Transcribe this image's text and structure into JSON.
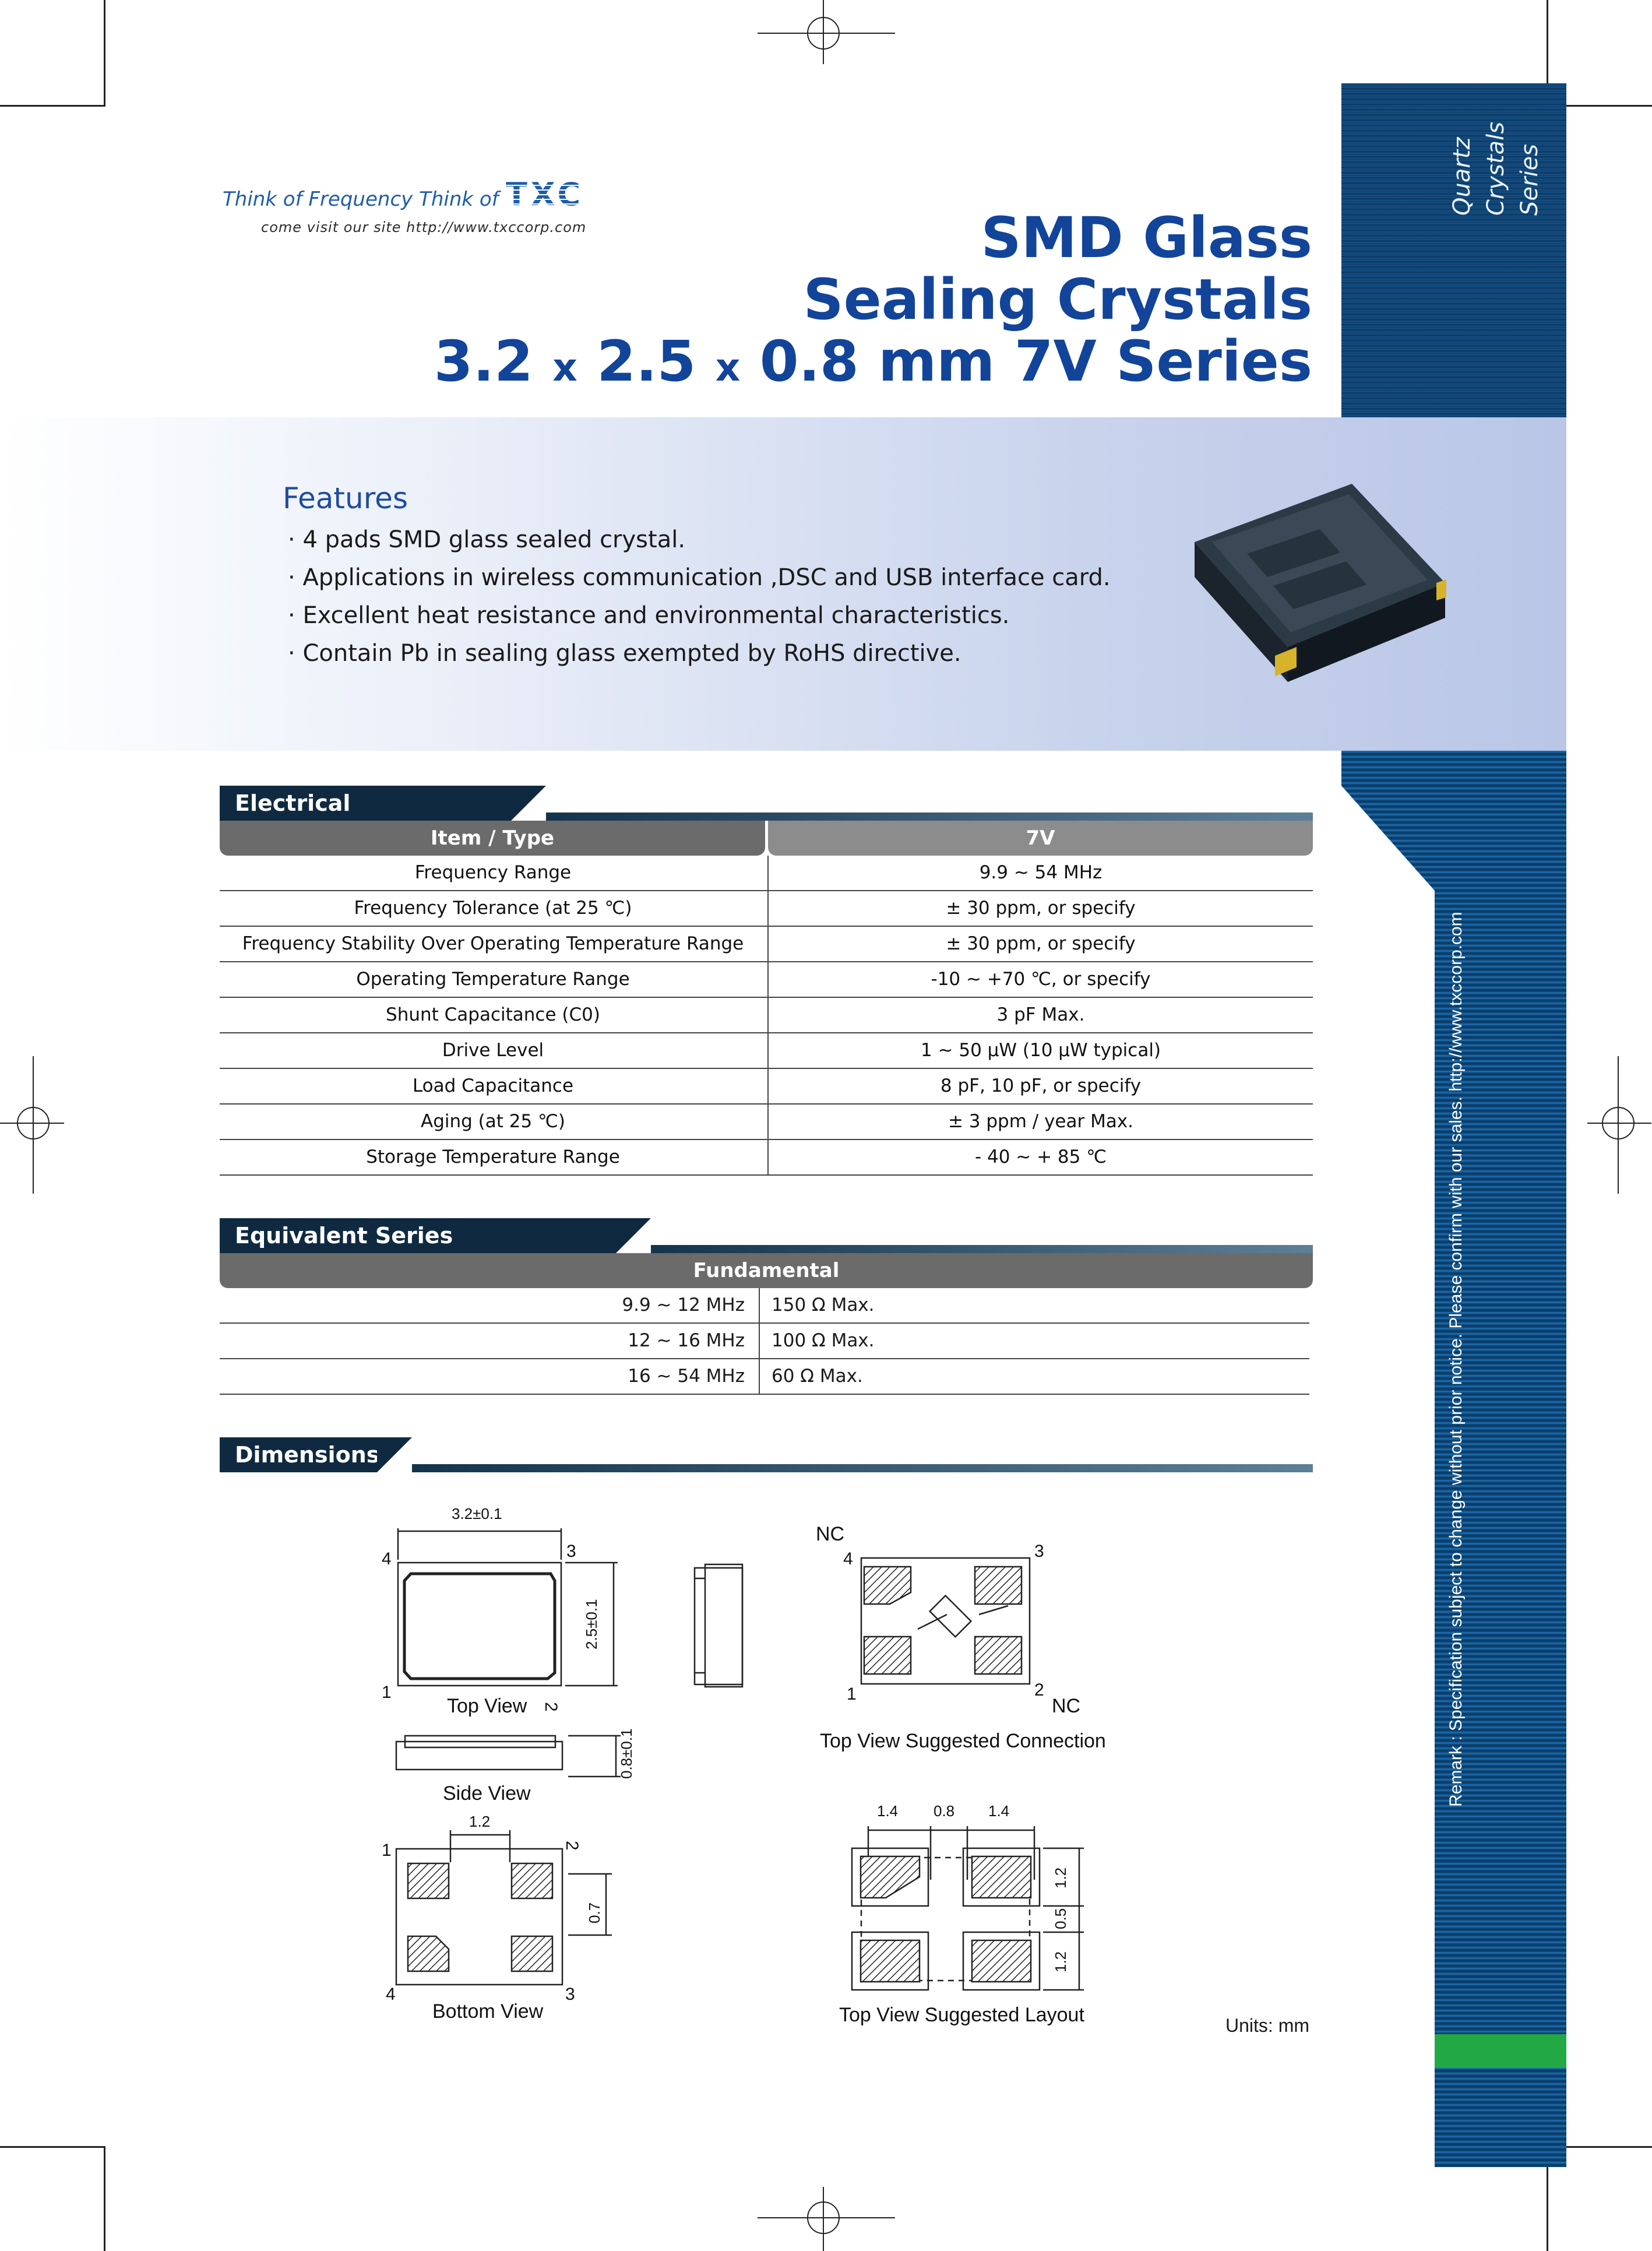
{
  "header": {
    "tagline": "Think of Frequency Think of",
    "brand": "TXC",
    "site": "come visit our site http://www.txccorp.com",
    "title_line1": "SMD Glass",
    "title_line2": "Sealing Crystals",
    "title_line3_a": "3.2",
    "title_line3_x1": "x",
    "title_line3_b": "2.5",
    "title_line3_x2": "x",
    "title_line3_c": "0.8 mm 7V Series"
  },
  "sidebar": {
    "category_line1": "Quartz Crystals",
    "category_line2": "Series",
    "remark": "Remark : Specification subject to change without prior notice. Please confirm with our sales. http://www.txccorp.com"
  },
  "features": {
    "title": "Features",
    "items": [
      "4 pads SMD glass sealed crystal.",
      "Applications in wireless communication ,DSC and USB interface card.",
      "Excellent heat resistance and environmental characteristics.",
      "Contain Pb in sealing glass exempted by RoHS directive."
    ]
  },
  "electrical": {
    "title": "Electrical Specifications",
    "col1": "Item / Type",
    "col2": "7V",
    "rows": [
      {
        "item": "Frequency Range",
        "value": "9.9 ~ 54 MHz"
      },
      {
        "item": "Frequency Tolerance (at 25 ℃)",
        "value": "± 30 ppm, or specify"
      },
      {
        "item": "Frequency Stability Over Operating Temperature Range",
        "value": "± 30 ppm, or specify"
      },
      {
        "item": "Operating Temperature Range",
        "value": "-10 ~ +70 ℃, or specify"
      },
      {
        "item": "Shunt Capacitance (C0)",
        "value": "3 pF Max."
      },
      {
        "item": "Drive Level",
        "value": "1 ~ 50 μW (10 μW typical)"
      },
      {
        "item": "Load Capacitance",
        "value": "8 pF, 10 pF, or specify"
      },
      {
        "item": "Aging (at 25 ℃)",
        "value": "± 3 ppm / year Max."
      },
      {
        "item": "Storage Temperature Range",
        "value": "- 40 ~ + 85 ℃"
      }
    ]
  },
  "esr": {
    "title": "Equivalent Series Resistance(ESR)",
    "header": "Fundamental",
    "rows": [
      {
        "freq": "9.9 ~ 12 MHz",
        "value": "150 Ω Max."
      },
      {
        "freq": "12 ~ 16 MHz",
        "value": "100 Ω Max."
      },
      {
        "freq": "16 ~ 54 MHz",
        "value": " 60 Ω Max."
      }
    ]
  },
  "dimensions": {
    "title": "Dimensions",
    "top_view": "Top View",
    "side_view": "Side View",
    "bottom_view": "Bottom View",
    "connection": "Top View Suggested Connection",
    "layout": "Top View Suggested Layout",
    "units": "Units: mm",
    "dim_length": "3.2±0.1",
    "dim_width": "2.5±0.1",
    "dim_height": "0.8±0.1",
    "dim_pad_gap": "1.2",
    "dim_pad_h": "0.7",
    "layout_w1": "1.4",
    "layout_gap": "0.8",
    "layout_w2": "1.4",
    "layout_h1": "1.2",
    "layout_hgap": "0.5",
    "layout_h2": "1.2",
    "pin1": "1",
    "pin2": "2",
    "pin3": "3",
    "pin4": "4",
    "nc": "NC"
  }
}
